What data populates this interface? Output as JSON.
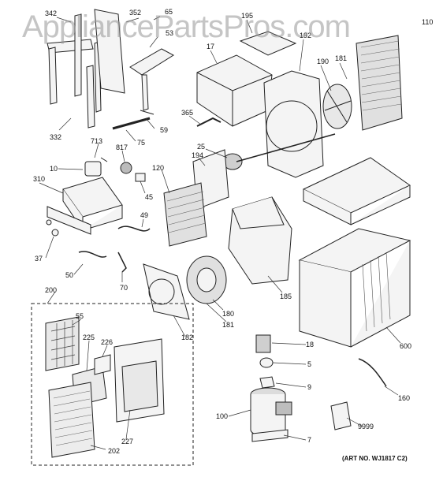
{
  "watermark": "AppliancePartsPros.com",
  "art_number": "(ART NO. WJ1817 C2)",
  "colors": {
    "line": "#222222",
    "fill": "#f4f4f4",
    "shade": "#9a9a9a",
    "dark": "#555555"
  },
  "callouts": [
    "342",
    "352",
    "65",
    "53",
    "195",
    "17",
    "192",
    "190",
    "181",
    "110",
    "332",
    "75",
    "59",
    "365",
    "713",
    "817",
    "10",
    "45",
    "310",
    "49",
    "37",
    "50",
    "70",
    "25",
    "194",
    "120",
    "185",
    "180",
    "181",
    "182",
    "600",
    "200",
    "55",
    "225",
    "226",
    "227",
    "202",
    "18",
    "5",
    "9",
    "160",
    "100",
    "9999",
    "7"
  ]
}
